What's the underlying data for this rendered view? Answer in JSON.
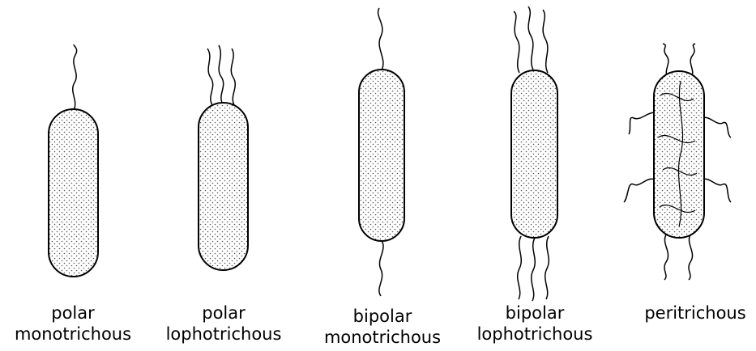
{
  "colors": {
    "outline": "#000000",
    "dot": "#555555",
    "background": "#ffffff"
  },
  "cells": [
    {
      "line1": "polar",
      "line2": "monotrichous"
    },
    {
      "line1": "polar",
      "line2": "lophotrichous"
    },
    {
      "line1": "bipolar",
      "line2": "monotrichous"
    },
    {
      "line1": "bipolar",
      "line2": "lophotrichous"
    },
    {
      "line1": "",
      "line2": "peritrichous"
    }
  ]
}
